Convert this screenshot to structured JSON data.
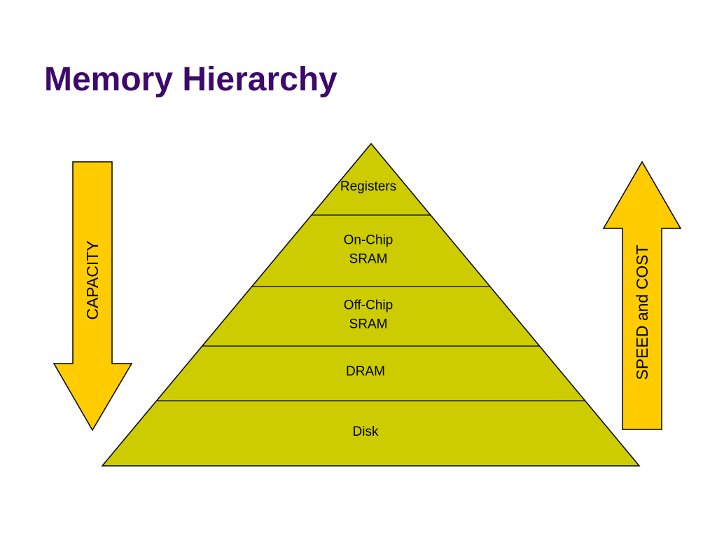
{
  "title": "Memory Hierarchy",
  "colors": {
    "title": "#3d0a6b",
    "pyramid_fill": "#cccc00",
    "arrow_fill": "#ffcc00",
    "outline": "#000000"
  },
  "pyramid": {
    "levels": [
      {
        "lines": [
          "Registers"
        ]
      },
      {
        "lines": [
          "On-Chip",
          "SRAM"
        ]
      },
      {
        "lines": [
          "Off-Chip",
          "SRAM"
        ]
      },
      {
        "lines": [
          "DRAM"
        ]
      },
      {
        "lines": [
          "Disk"
        ]
      }
    ]
  },
  "arrows": {
    "capacity": {
      "label": "CAPACITY",
      "direction": "down"
    },
    "speed_cost": {
      "label": "SPEED and COST",
      "direction": "up"
    }
  }
}
